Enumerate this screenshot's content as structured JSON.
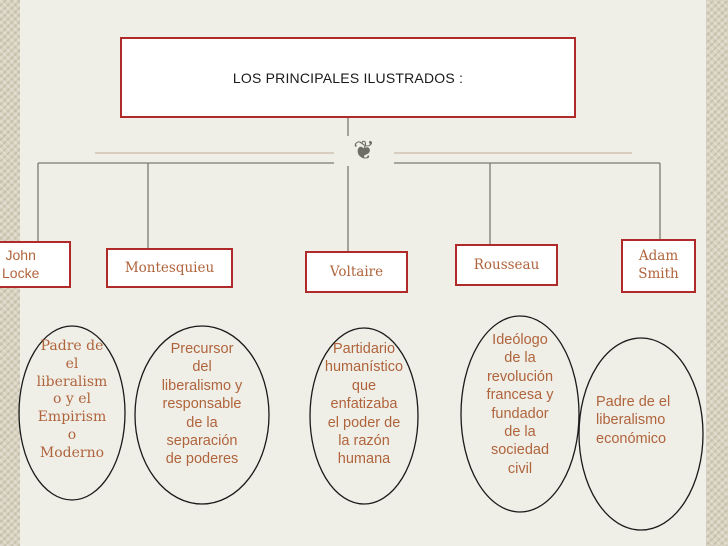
{
  "title": "LOS PRINCIPALES ILUSTRADOS :",
  "ornament": "❦",
  "colors": {
    "border": "#b02a2a",
    "text": "#b0643c",
    "connector": "#c9b9a4",
    "background": "#efefe8"
  },
  "people": [
    {
      "name": "John\nLocke",
      "description": "Padre de\nel\nliberalism\no y el\nEmpirism\no\nModerno"
    },
    {
      "name": "Montesquieu",
      "description": "Precursor\ndel\nliberalismo y\nresponsable\nde la\nseparación\nde poderes"
    },
    {
      "name": "Voltaire",
      "description": "Partidario\nhumanístico\nque\nenfatizaba\nel poder de\nla razón\nhumana"
    },
    {
      "name": "Rousseau",
      "description": "Ideólogo\nde la\nrevolución\nfrancesa y\nfundador\nde la\nsociedad\ncivil"
    },
    {
      "name": "Adam\nSmith",
      "description": "Padre de el\nliberalismo\neconómico"
    }
  ]
}
